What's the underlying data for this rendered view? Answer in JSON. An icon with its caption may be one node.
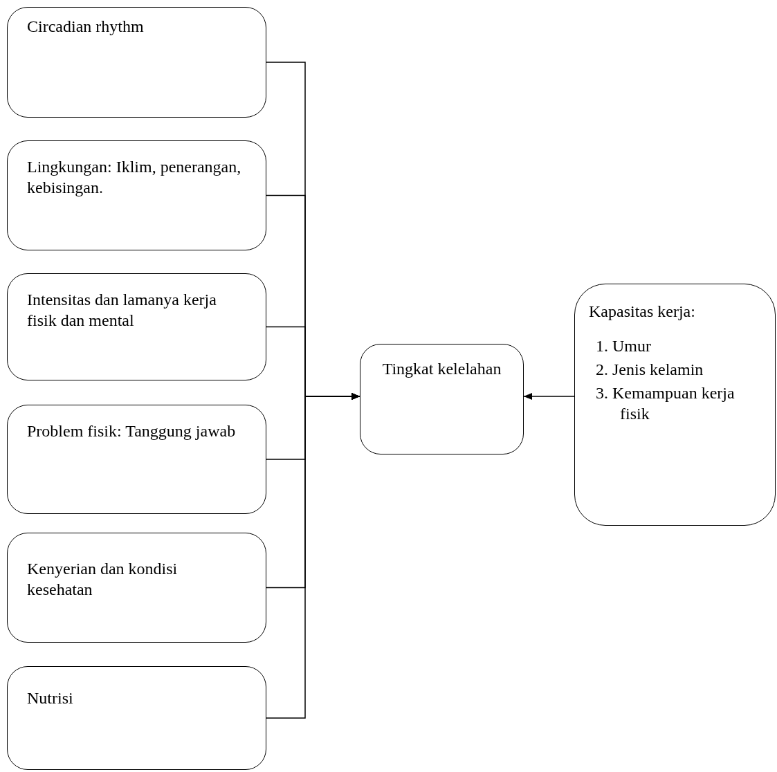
{
  "diagram": {
    "nodes": [
      {
        "text": [
          "Circadian rhythm"
        ]
      },
      {
        "text": [
          "Lingkungan: Iklim, penerangan, kebisingan."
        ]
      },
      {
        "text": [
          "Intensitas dan lamanya kerja fisik dan mental"
        ]
      },
      {
        "text": [
          "Problem fisik: Tanggung jawab"
        ]
      },
      {
        "text": [
          "Kenyerian dan kondisi kesehatan"
        ]
      },
      {
        "text": [
          "Nutrisi"
        ]
      },
      {
        "text": [
          "Tingkat kelelahan"
        ]
      },
      {
        "text": [
          "Kapasitas kerja:",
          "1. Umur",
          "2. Jenis kelamin",
          "3. Kemampuan kerja fisik"
        ]
      }
    ],
    "edges": [
      {
        "from": 0,
        "to": 6,
        "arrow": "to"
      },
      {
        "from": 1,
        "to": 6,
        "arrow": "to"
      },
      {
        "from": 2,
        "to": 6,
        "arrow": "to"
      },
      {
        "from": 3,
        "to": 6,
        "arrow": "to"
      },
      {
        "from": 4,
        "to": 6,
        "arrow": "to"
      },
      {
        "from": 5,
        "to": 6,
        "arrow": "to"
      },
      {
        "from": 7,
        "to": 6,
        "arrow": "to"
      }
    ]
  }
}
